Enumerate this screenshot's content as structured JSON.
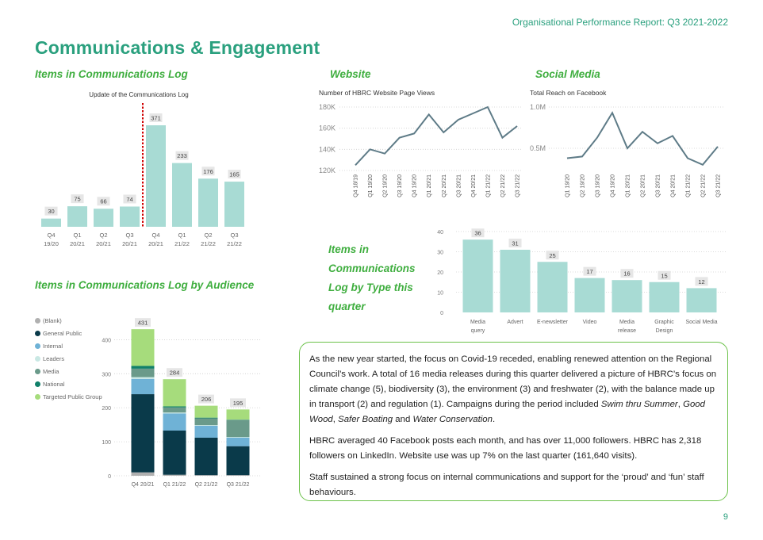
{
  "header": {
    "report_title": "Organisational Performance Report: Q3 2021-2022",
    "page_title": "Communications & Engagement",
    "page_number": "9"
  },
  "sections": {
    "log": "Items in Communications Log",
    "website": "Website",
    "social": "Social Media",
    "audience": "Items in Communications Log by Audience",
    "type": "Items in Communications Log by Type this quarter"
  },
  "text": {
    "p1_a": "As the new year started, the focus on Covid-19 receded, enabling renewed attention on the Regional Council’s work. A total of 16 media releases during this quarter delivered a picture of HBRC’s focus on climate change (5), biodiversity (3), the environment (3) and freshwater (2), with the balance made up in transport (2) and regulation (1). Campaigns during the period included ",
    "c1": "Swim thru Summer",
    "sep1": ", ",
    "c2": "Good Wood",
    "sep2": ", ",
    "c3": "Safer Boating",
    "sep3": " and ",
    "c4": "Water Conservation",
    "end": ".",
    "p2": "HBRC averaged 40 Facebook posts each month, and has over 11,000 followers. HBRC has 2,318 followers on LinkedIn. Website use was up 7% on the last quarter (161,640 visits).",
    "p3": "Staff sustained a strong focus on internal communications and support for the ‘proud’ and ‘fun’ staff behaviours."
  },
  "colors": {
    "accent": "#2aa07e",
    "section": "#3fae3f",
    "bar": "#a8dbd4",
    "line": "#5e7b87"
  },
  "chart_data": [
    {
      "id": "log",
      "type": "bar",
      "title": "Update of the Communications Log",
      "categories": [
        [
          "Q4",
          "19/20"
        ],
        [
          "Q1",
          "20/21"
        ],
        [
          "Q2",
          "20/21"
        ],
        [
          "Q3",
          "20/21"
        ],
        [
          "Q4",
          "20/21"
        ],
        [
          "Q1",
          "21/22"
        ],
        [
          "Q2",
          "21/22"
        ],
        [
          "Q3",
          "21/22"
        ]
      ],
      "values": [
        30,
        75,
        66,
        74,
        371,
        233,
        176,
        165
      ],
      "ylim": [
        0,
        400
      ],
      "divider_after_index": 3
    },
    {
      "id": "website",
      "type": "line",
      "title": "Number of HBRC Website Page Views",
      "x": [
        "Q4 18/19",
        "Q1 19/20",
        "Q2 19/20",
        "Q3 19/20",
        "Q4 19/20",
        "Q1 20/21",
        "Q2 20/21",
        "Q3 20/21",
        "Q4 20/21",
        "Q1 21/22",
        "Q2 21/22",
        "Q3 21/22"
      ],
      "values": [
        125000,
        140000,
        136000,
        151000,
        155000,
        173000,
        156000,
        168000,
        174000,
        180000,
        151000,
        162000
      ],
      "yticks": [
        "120K",
        "140K",
        "160K",
        "180K"
      ],
      "ylim": [
        120000,
        180000
      ]
    },
    {
      "id": "social",
      "type": "line",
      "title": "Total Reach on Facebook",
      "x": [
        "Q1 19/20",
        "Q2 19/20",
        "Q3 19/20",
        "Q4 19/20",
        "Q1 20/21",
        "Q2 20/21",
        "Q3 20/21",
        "Q4 20/21",
        "Q1 21/22",
        "Q2 21/22",
        "Q3 21/22"
      ],
      "values": [
        380000,
        400000,
        630000,
        930000,
        500000,
        700000,
        560000,
        650000,
        380000,
        300000,
        520000
      ],
      "yticks": [
        "0.5M",
        "1.0M"
      ],
      "ylim": [
        0,
        1000000
      ]
    },
    {
      "id": "type",
      "type": "bar",
      "categories": [
        [
          "Media",
          "query"
        ],
        [
          "Advert"
        ],
        [
          "E-newsletter"
        ],
        [
          "Video"
        ],
        [
          "Media",
          "release"
        ],
        [
          "Graphic",
          "Design"
        ],
        [
          "Social Media"
        ]
      ],
      "values": [
        36,
        31,
        25,
        17,
        16,
        15,
        12
      ],
      "yticks": [
        "0",
        "10",
        "20",
        "30",
        "40"
      ],
      "ylim": [
        0,
        40
      ]
    },
    {
      "id": "audience",
      "type": "bar",
      "stacked": true,
      "categories": [
        "Q4 20/21",
        "Q1 21/22",
        "Q2 21/22",
        "Q3 21/22"
      ],
      "totals": [
        431,
        284,
        206,
        195
      ],
      "yticks": [
        "0",
        "100",
        "200",
        "300",
        "400"
      ],
      "ylim": [
        0,
        450
      ],
      "series": [
        {
          "name": "(Blank)",
          "color": "#b0b0b0",
          "values": [
            10,
            3,
            2,
            2
          ]
        },
        {
          "name": "General Public",
          "color": "#0a3a4a",
          "values": [
            230,
            130,
            110,
            85
          ]
        },
        {
          "name": "Internal",
          "color": "#6fb2d6",
          "values": [
            45,
            50,
            35,
            25
          ]
        },
        {
          "name": "Leaders",
          "color": "#c9e8e4",
          "values": [
            5,
            3,
            2,
            2
          ]
        },
        {
          "name": "Media",
          "color": "#6a9a8a",
          "values": [
            25,
            15,
            20,
            50
          ]
        },
        {
          "name": "National",
          "color": "#11806a",
          "values": [
            8,
            3,
            2,
            1
          ]
        },
        {
          "name": "Targeted Public Group",
          "color": "#a6dc7c",
          "values": [
            108,
            80,
            35,
            30
          ]
        }
      ]
    }
  ]
}
